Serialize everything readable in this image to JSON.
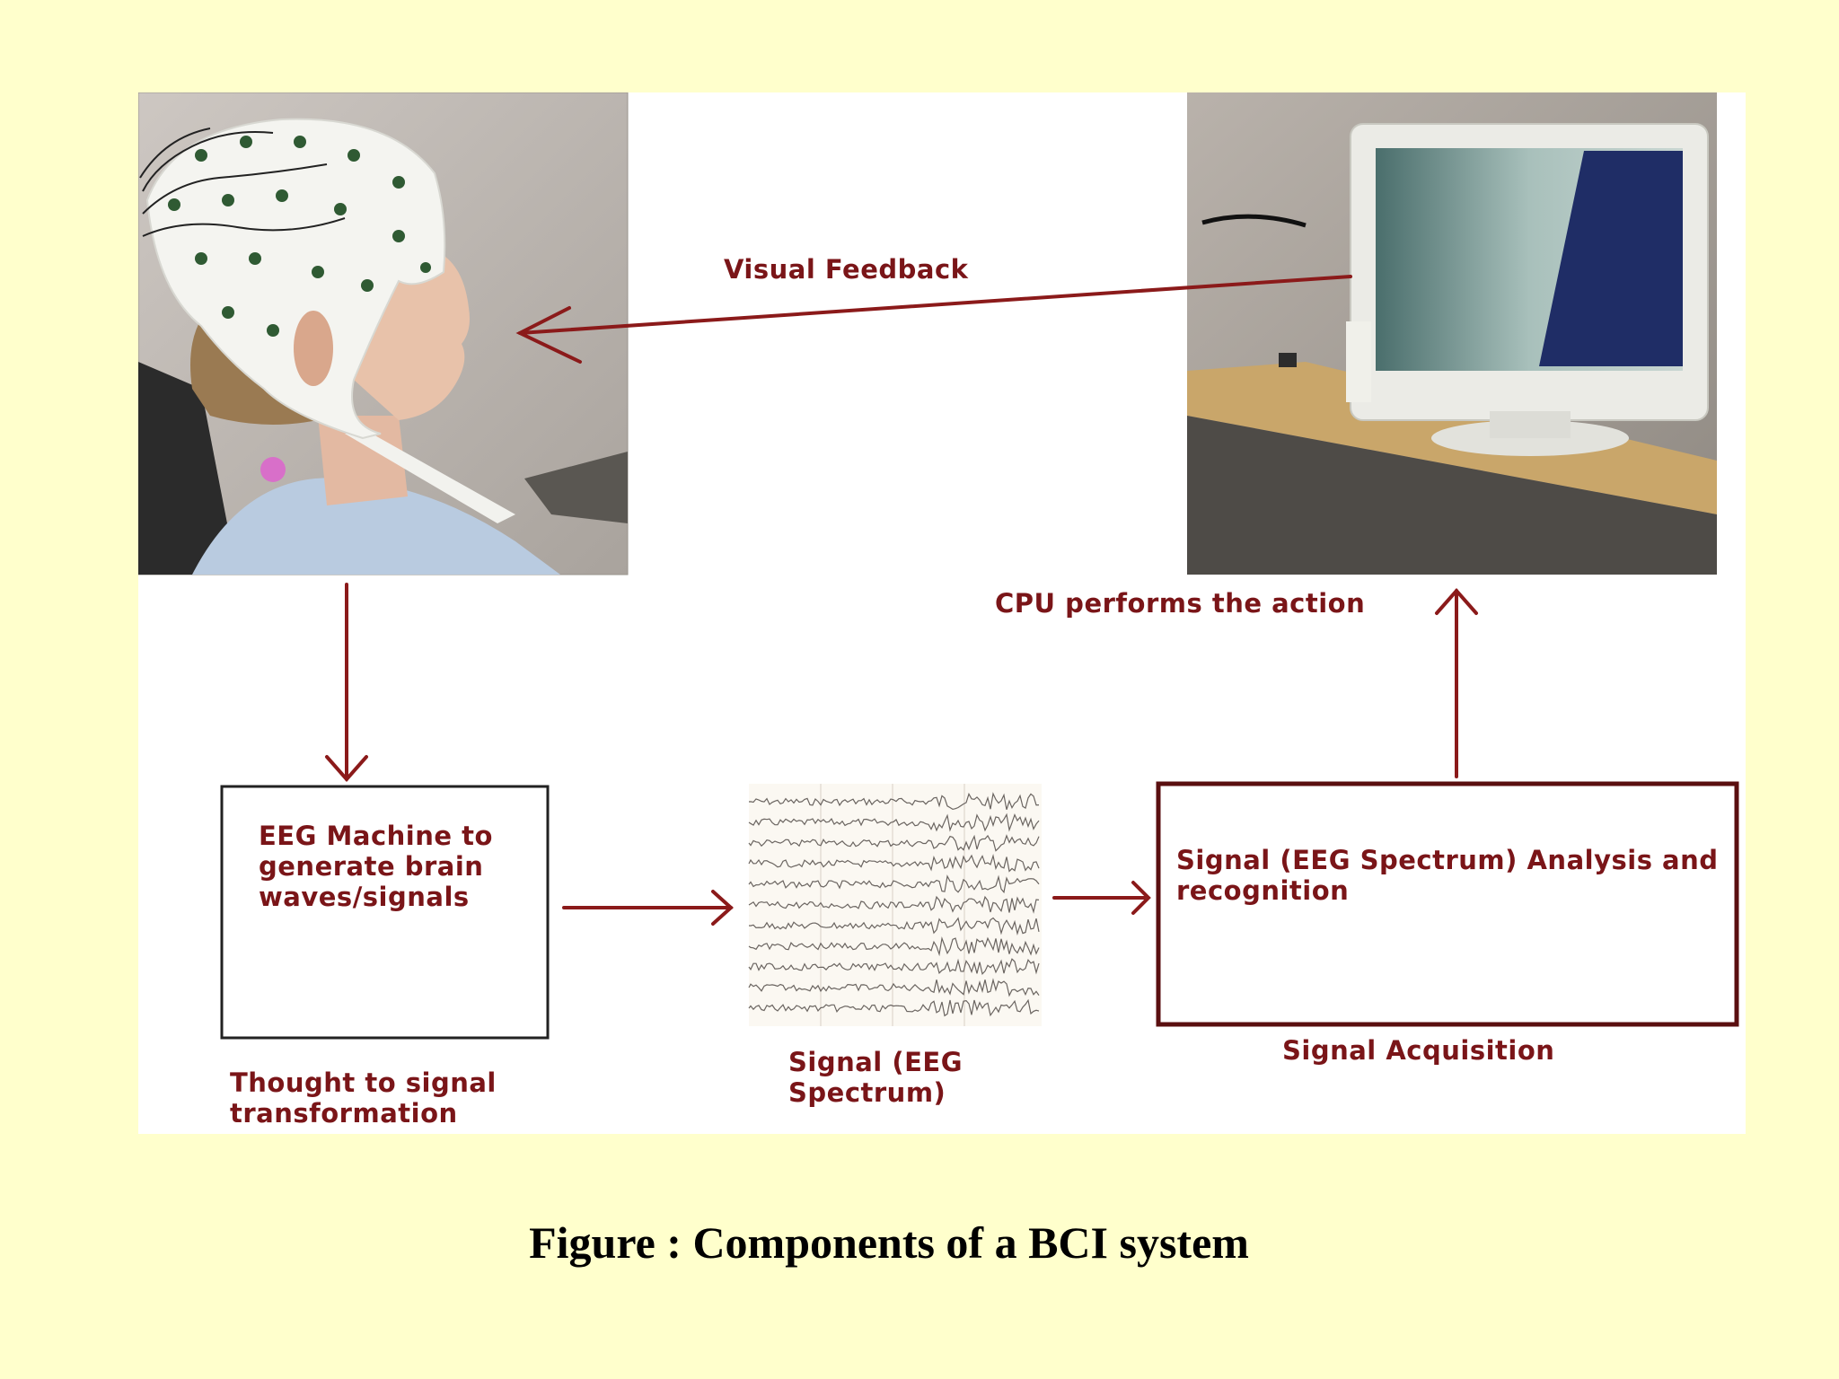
{
  "diagram": {
    "visual_feedback": "Visual Feedback",
    "cpu_action": "CPU performs the action",
    "eeg_machine": "EEG Machine to generate brain waves/signals",
    "thought_transform": "Thought to signal transformation",
    "signal_spectrum": "Signal (EEG Spectrum)",
    "analysis": "Signal (EEG Spectrum) Analysis and recognition",
    "acquisition": "Signal Acquisition"
  },
  "caption": "Figure : Components of a BCI system",
  "colors": {
    "background": "#FFFFCC",
    "arrow": "#8b1a1a",
    "label": "#7a1518"
  },
  "images": {
    "subject": "person-with-eeg-cap-photo",
    "monitor": "computer-monitor-photo",
    "eeg_trace": "eeg-waveform-strip"
  }
}
